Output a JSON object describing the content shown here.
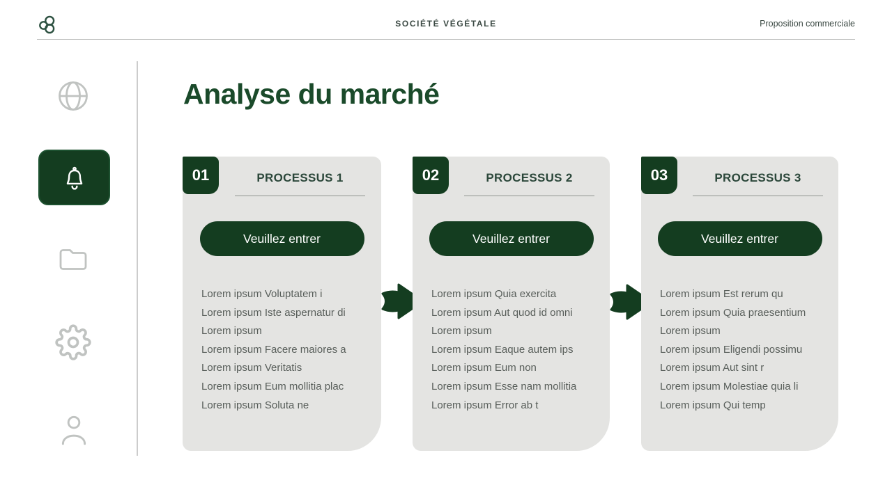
{
  "header": {
    "title": "SOCIÉTÉ VÉGÉTALE",
    "right_label": "Proposition commerciale",
    "logo_icon": "triple-circle-logo"
  },
  "sidebar": {
    "items": [
      {
        "icon": "globe-icon",
        "active": false
      },
      {
        "icon": "bell-icon",
        "active": true
      },
      {
        "icon": "folder-icon",
        "active": false
      },
      {
        "icon": "gear-icon",
        "active": false
      },
      {
        "icon": "user-icon",
        "active": false
      }
    ]
  },
  "main": {
    "title": "Analyse du marché",
    "cards": [
      {
        "number": "01",
        "title": "PROCESSUS 1",
        "button_label": "Veuillez entrer",
        "items": [
          "Lorem ipsum Voluptatem i",
          "Lorem ipsum Iste aspernatur di",
          "Lorem ipsum",
          "Lorem ipsum Facere maiores a",
          "Lorem ipsum Veritatis",
          "Lorem ipsum Eum mollitia plac",
          "Lorem ipsum Soluta ne"
        ]
      },
      {
        "number": "02",
        "title": "PROCESSUS 2",
        "button_label": "Veuillez entrer",
        "items": [
          "Lorem ipsum Quia exercita",
          "Lorem ipsum Aut quod id omni",
          "Lorem ipsum",
          "Lorem ipsum Eaque autem ips",
          "Lorem ipsum Eum non",
          "Lorem ipsum Esse nam mollitia",
          "Lorem ipsum Error ab t"
        ]
      },
      {
        "number": "03",
        "title": "PROCESSUS 3",
        "button_label": "Veuillez entrer",
        "items": [
          "Lorem ipsum Est rerum qu",
          "Lorem ipsum Quia praesentium",
          "Lorem ipsum",
          "Lorem ipsum Eligendi possimu",
          "Lorem ipsum Aut sint r",
          "Lorem ipsum Molestiae quia li",
          "Lorem ipsum Qui temp"
        ]
      }
    ]
  },
  "colors": {
    "dark_green": "#143d20",
    "title_green": "#1a4a2a",
    "card_background": "#e4e4e2",
    "list_text": "#585e5a",
    "header_text": "#3c4a44",
    "icon_gray": "#c0c3c1"
  }
}
